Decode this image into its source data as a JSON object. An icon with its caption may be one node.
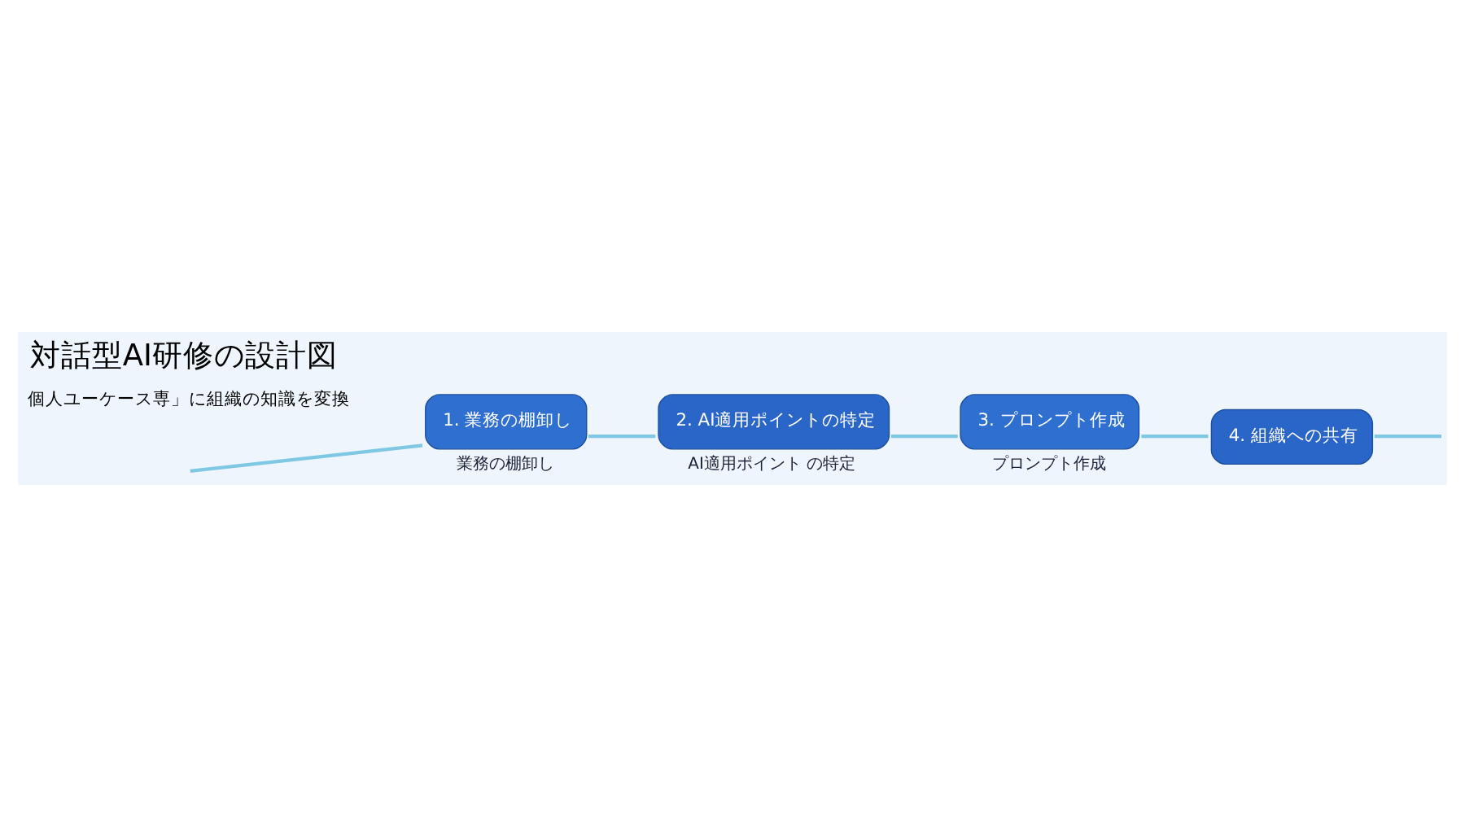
{
  "diagram": {
    "title": "対話型AI研修の設計図",
    "nodes": [
      {
        "text": [
          "1. 業務の棚卸し"
        ],
        "beside": [
          "業務の棚卸し"
        ]
      },
      {
        "text": [
          "2. AI適用ポイントの特定"
        ],
        "beside": [
          "AI適用ポイント の特定"
        ]
      },
      {
        "text": [
          "3. プロンプト作成"
        ],
        "beside": [
          "プロンプト作成"
        ]
      },
      {
        "text": [
          "4. 組織への共有"
        ]
      }
    ],
    "edges": [
      {
        "from": null,
        "to": 0,
        "arrow": "none"
      },
      {
        "from": 0,
        "to": 1,
        "arrow": "none"
      },
      {
        "from": 1,
        "to": 2,
        "arrow": "none"
      },
      {
        "from": 2,
        "to": 3,
        "arrow": "none"
      },
      {
        "from": 3,
        "to": null,
        "arrow": "none"
      }
    ],
    "labels": [
      "個人ユーケース専」に組織の知識を変換"
    ]
  }
}
